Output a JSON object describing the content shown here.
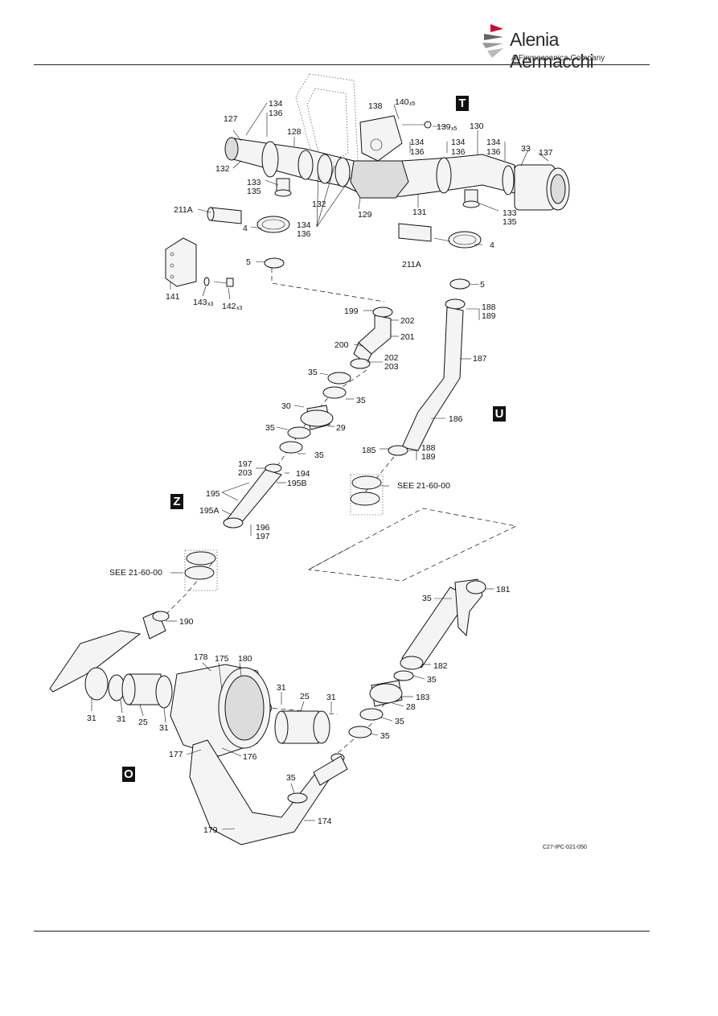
{
  "header": {
    "brand_name": "Alenia Aermacchi",
    "brand_tagline": "A Finmeccanica Company"
  },
  "view_labels": {
    "t": "T",
    "u": "U",
    "z": "Z",
    "o": "O"
  },
  "figure_reference": "C27-IPC-021-050",
  "see_references": {
    "upper": "SEE 21-60-00",
    "left": "SEE 21-60-00"
  },
  "callouts": {
    "c127": "127",
    "c134a": "134",
    "c136a": "136",
    "c128": "128",
    "c138": "138",
    "c140": "140",
    "c140q": "x5",
    "c139": "139",
    "c139q": "x5",
    "c130": "130",
    "c134b": "134",
    "c136b": "136",
    "c134c": "134",
    "c136c": "136",
    "c134d": "134",
    "c136d": "136",
    "c33": "33",
    "c137": "137",
    "c132a": "132",
    "c133a": "133",
    "c135a": "135",
    "c132b": "132",
    "c129": "129",
    "c131": "131",
    "c133b": "133",
    "c135b": "135",
    "c211a1": "211A",
    "c4a": "4",
    "c134e": "134",
    "c136e": "136",
    "c211a2": "211A",
    "c4b": "4",
    "c5a": "5",
    "c5b": "5",
    "c141": "141",
    "c143": "143",
    "c143q": "x3",
    "c142": "142",
    "c142q": "x3",
    "c199": "199",
    "c202a": "202",
    "c201": "201",
    "c200": "200",
    "c202b": "202",
    "c203a": "203",
    "c188a": "188",
    "c189a": "189",
    "c187": "187",
    "c35a": "35",
    "c35b": "35",
    "c30": "30",
    "c29": "29",
    "c35c": "35",
    "c35d": "35",
    "c186": "186",
    "c185": "185",
    "c188b": "188",
    "c189b": "189",
    "c197a": "197",
    "c203b": "203",
    "c194": "194",
    "c195": "195",
    "c195b": "195B",
    "c195a": "195A",
    "c196": "196",
    "c197b": "197",
    "c35e": "35",
    "c181": "181",
    "c190": "190",
    "c178": "178",
    "c175": "175",
    "c180": "180",
    "c182": "182",
    "c35f": "35",
    "c31a": "31",
    "c25a": "25",
    "c31b": "31",
    "c183": "183",
    "c28": "28",
    "c35g": "35",
    "c35h": "35",
    "c31c": "31",
    "c31d": "31",
    "c25b": "25",
    "c31e": "31",
    "c177": "177",
    "c176": "176",
    "c35i": "35",
    "c174": "174",
    "c179": "179"
  }
}
